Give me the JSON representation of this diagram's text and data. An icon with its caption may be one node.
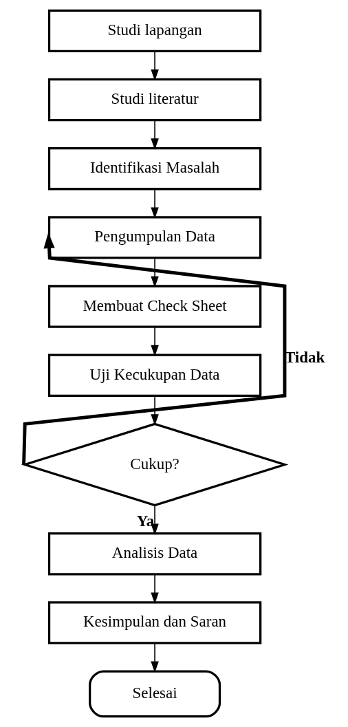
{
  "diagram": {
    "nodes": [
      {
        "text": [
          "Studi lapangan"
        ]
      },
      {
        "text": [
          "Studi literatur"
        ]
      },
      {
        "text": [
          "Identifikasi Masalah"
        ]
      },
      {
        "text": [
          "Pengumpulan Data"
        ]
      },
      {
        "text": [
          "Membuat Check Sheet"
        ]
      },
      {
        "text": [
          "Uji Kecukupan Data"
        ]
      },
      {
        "text": [
          "Cukup?"
        ]
      },
      {
        "text": [
          "Analisis Data"
        ]
      },
      {
        "text": [
          "Kesimpulan dan Saran"
        ]
      },
      {
        "text": [
          "Selesai"
        ]
      }
    ],
    "edges": [
      {
        "from": 0,
        "to": 1,
        "arrow": "to"
      },
      {
        "from": 1,
        "to": 2,
        "arrow": "to"
      },
      {
        "from": 2,
        "to": 3,
        "arrow": "to"
      },
      {
        "from": 3,
        "to": 4,
        "arrow": "to"
      },
      {
        "from": 4,
        "to": 5,
        "arrow": "to"
      },
      {
        "from": 5,
        "to": 6,
        "arrow": "to"
      },
      {
        "from": 6,
        "to": 3,
        "arrow": "to",
        "label": "Tidak",
        "style": "thick"
      },
      {
        "from": 6,
        "to": 7,
        "arrow": "to",
        "label": "Ya"
      },
      {
        "from": 7,
        "to": 8,
        "arrow": "to"
      },
      {
        "from": 8,
        "to": 9,
        "arrow": "to"
      }
    ]
  }
}
